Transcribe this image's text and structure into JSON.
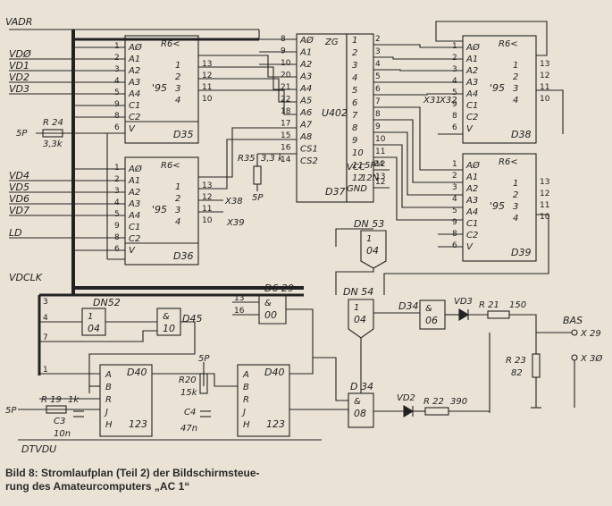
{
  "nets": {
    "vadr": "VADR",
    "vd0": "VDØ",
    "vd1": "VD1",
    "vd2": "VD2",
    "vd3": "VD3",
    "vd4": "VD4",
    "vd5": "VD5",
    "vd6": "VD6",
    "vd7": "VD7",
    "ld": "LD",
    "vdclk": "VDCLK",
    "dtvdu": "DTVDU",
    "bas": "BAS"
  },
  "chips": {
    "d35": {
      "ref": "D35",
      "type": "'95",
      "ctrl": "R6<",
      "ins": [
        "AØ",
        "A1",
        "A2",
        "A3",
        "A4",
        "C1",
        "C2",
        "V"
      ],
      "pins_in": [
        "1",
        "2",
        "3",
        "4",
        "5",
        "9",
        "8",
        "6"
      ],
      "outs": [
        "1",
        "2",
        "3",
        "4"
      ],
      "pins_out": [
        "13",
        "12",
        "11",
        "10"
      ]
    },
    "d36": {
      "ref": "D36",
      "type": "'95",
      "ctrl": "R6<",
      "ins": [
        "AØ",
        "A1",
        "A2",
        "A3",
        "A4",
        "C1",
        "C2",
        "V"
      ],
      "pins_in": [
        "1",
        "2",
        "3",
        "4",
        "5",
        "9",
        "8",
        "6"
      ],
      "outs": [
        "1",
        "2",
        "3",
        "4"
      ],
      "pins_out": [
        "13",
        "12",
        "11",
        "10"
      ]
    },
    "d38": {
      "ref": "D38",
      "type": "'95",
      "ctrl": "R6<",
      "ins": [
        "AØ",
        "A1",
        "A2",
        "A3",
        "A4",
        "C1",
        "C2",
        "V"
      ],
      "pins_in": [
        "1",
        "2",
        "3",
        "4",
        "5",
        "9",
        "8",
        "6"
      ],
      "outs": [
        "1",
        "2",
        "3",
        "4"
      ],
      "pins_out": [
        "13",
        "12",
        "11",
        "10"
      ]
    },
    "d39": {
      "ref": "D39",
      "type": "'95",
      "ctrl": "R6<",
      "ins": [
        "AØ",
        "A1",
        "A2",
        "A3",
        "A4",
        "C1",
        "C2",
        "V"
      ],
      "pins_in": [
        "1",
        "2",
        "3",
        "4",
        "5",
        "9",
        "8",
        "6"
      ],
      "outs": [
        "1",
        "2",
        "3",
        "4"
      ],
      "pins_out": [
        "13",
        "12",
        "11",
        "10"
      ]
    },
    "d37": {
      "ref": "D37",
      "type": "U402",
      "zg": "ZG",
      "ins": [
        "AØ",
        "A1",
        "A2",
        "A3",
        "A4",
        "A5",
        "A6",
        "A7",
        "A8",
        "CS1",
        "CS2"
      ],
      "pins_in": [
        "8",
        "9",
        "10",
        "20",
        "21",
        "22",
        "18",
        "17",
        "15",
        "16",
        "14"
      ],
      "outs": [
        "1",
        "2",
        "3",
        "4",
        "5",
        "6",
        "7",
        "8",
        "9",
        "10",
        "11",
        "12"
      ],
      "pins_out": [
        "2",
        "3",
        "4",
        "5",
        "6",
        "7",
        "8",
        "9",
        "10",
        "11",
        "12",
        "13"
      ],
      "vcc": "VCC",
      "gnd": "GND",
      "vcc_pin": "24",
      "gnd_pin": "12"
    },
    "d40a": {
      "ref": "D40",
      "type": "123",
      "ins": [
        "A",
        "B",
        "R",
        "J",
        "H"
      ]
    },
    "d40b": {
      "ref": "D40",
      "type": "123",
      "ins": [
        "A",
        "B",
        "R",
        "J",
        "H"
      ]
    }
  },
  "gates": {
    "dn52": {
      "ref": "DN52",
      "type": "04",
      "sym": "1"
    },
    "d45": {
      "ref": "D45",
      "type": "10",
      "sym": "&"
    },
    "d629": {
      "ref": "D6 29",
      "type": "00",
      "sym": "&"
    },
    "dn53": {
      "ref": "DN 53",
      "type": "04",
      "sym": "1"
    },
    "dn54": {
      "ref": "DN 54",
      "type": "04",
      "sym": "1"
    },
    "d34a": {
      "ref": "D34",
      "type": "06",
      "sym": "&"
    },
    "d34b": {
      "ref": "D 34",
      "type": "08",
      "sym": "&"
    }
  },
  "components": {
    "r24": {
      "ref": "R 24",
      "value": "3,3k"
    },
    "r35": {
      "ref": "R35",
      "value": "3,3 k"
    },
    "r20": {
      "ref": "R20",
      "value": "15k"
    },
    "r19": {
      "ref": "R 19",
      "value": "1k"
    },
    "c3": {
      "ref": "C3",
      "value": "10n"
    },
    "c4": {
      "ref": "C4",
      "value": "47n"
    },
    "r21": {
      "ref": "R 21",
      "value": "150"
    },
    "r22": {
      "ref": "R 22",
      "value": "390"
    },
    "r23": {
      "ref": "R 23",
      "value": "82"
    },
    "vd3": {
      "ref": "VD3"
    },
    "vd2": {
      "ref": "VD2"
    }
  },
  "labels": {
    "p5_r24": "5P",
    "p5_r35": "5P",
    "p5_r20": "5P",
    "p5_r19": "5P",
    "p5_d37": "5P",
    "n12": "12N",
    "x38": "X38",
    "x39": "X39",
    "x31": "X31",
    "x32": "X32",
    "x29": "X 29",
    "x30": "X 3Ø"
  },
  "pinnums": {
    "d45_a": "13",
    "d45_b": "16",
    "dn52_in": "4",
    "dn52_l3": "3",
    "dn52_l7": "7",
    "d40_l1": "1"
  },
  "caption": {
    "line1": "Bild 8: Stromlaufplan (Teil 2) der Bildschirmsteue-",
    "line2": "rung des Amateurcomputers „AC 1“"
  }
}
